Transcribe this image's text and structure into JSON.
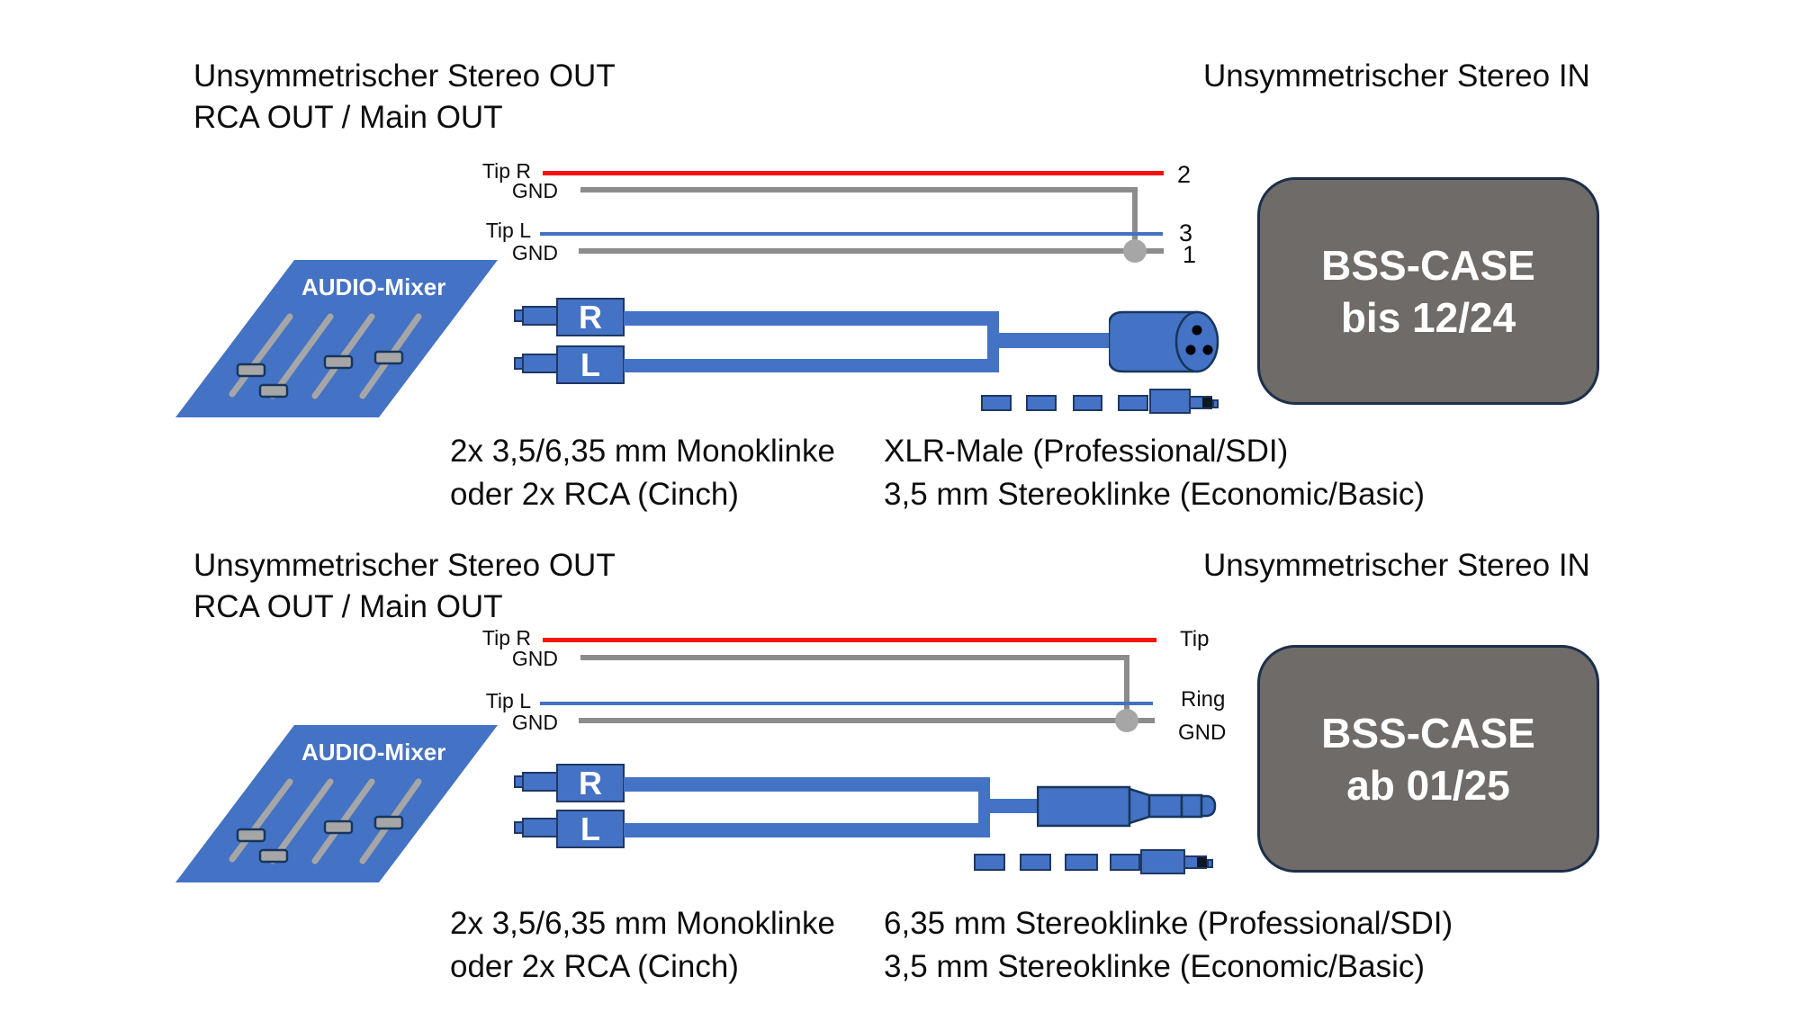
{
  "colors": {
    "cable_blue": "#4472c4",
    "wire_red": "#fa0d0b",
    "wire_gray": "#8c8c8c",
    "wire_blue": "#4472c4",
    "case_gray": "#6f6b68",
    "outline_navy": "#1f3864",
    "knob_gray": "#a6a6a6"
  },
  "sections": [
    {
      "name": "top",
      "heading_out_line1": "Unsymmetrischer Stereo OUT",
      "heading_out_line2": "RCA OUT / Main OUT",
      "heading_in": "Unsymmetrischer Stereo IN",
      "wire_labels": {
        "tip_r": "Tip R",
        "gnd_1": "GND",
        "tip_l": "Tip L",
        "gnd_2": "GND"
      },
      "pin_labels": {
        "red": "2",
        "blue": "3",
        "gnd": "1"
      },
      "mixer_label": "AUDIO-Mixer",
      "plug_r": "R",
      "plug_l": "L",
      "caption_left_line1": "2x 3,5/6,35 mm Monoklinke",
      "caption_left_line2": "oder 2x RCA (Cinch)",
      "caption_right_line1": "XLR-Male (Professional/SDI)",
      "caption_right_line2": "3,5 mm Stereoklinke (Economic/Basic)",
      "case_line1": "BSS-CASE",
      "case_line2": "bis 12/24"
    },
    {
      "name": "bottom",
      "heading_out_line1": "Unsymmetrischer Stereo OUT",
      "heading_out_line2": "RCA OUT / Main OUT",
      "heading_in": "Unsymmetrischer Stereo IN",
      "wire_labels": {
        "tip_r": "Tip R",
        "gnd_1": "GND",
        "tip_l": "Tip L",
        "gnd_2": "GND"
      },
      "pin_labels": {
        "red": "Tip",
        "blue": "Ring",
        "gnd": "GND"
      },
      "mixer_label": "AUDIO-Mixer",
      "plug_r": "R",
      "plug_l": "L",
      "caption_left_line1": "2x 3,5/6,35 mm Monoklinke",
      "caption_left_line2": "oder 2x RCA (Cinch)",
      "caption_right_line1": "6,35 mm Stereoklinke (Professional/SDI)",
      "caption_right_line2": "3,5 mm Stereoklinke (Economic/Basic)",
      "case_line1": "BSS-CASE",
      "case_line2": "ab 01/25"
    }
  ]
}
